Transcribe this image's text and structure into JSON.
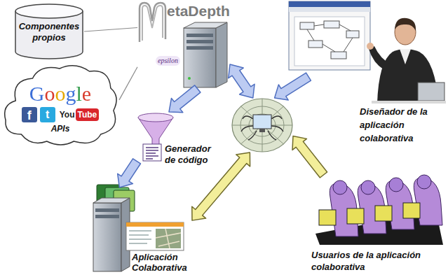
{
  "diagram": {
    "nodes": [
      {
        "text": [
          "Componentes propios"
        ]
      },
      {
        "text": [
          "etaDepth",
          "epsilon"
        ]
      },
      {
        "text": [
          "Diseñador de la aplicación colaborativa"
        ]
      },
      {
        "text": [
          "Google",
          "f",
          "t",
          "You",
          "Tube",
          "APIs"
        ]
      },
      {
        "text": []
      },
      {
        "text": [
          "Generador de código"
        ]
      },
      {
        "text": [
          "Aplicación Colaborativa"
        ]
      },
      {
        "text": [
          "Usuarios de la aplicación colaborativa"
        ]
      }
    ],
    "edges": [
      {
        "from": 1,
        "to": 4,
        "arrow": "both"
      },
      {
        "from": 2,
        "to": 4,
        "arrow": "to"
      },
      {
        "from": 1,
        "to": 5,
        "arrow": "to"
      },
      {
        "from": 5,
        "to": 6,
        "arrow": "to"
      },
      {
        "from": 6,
        "to": 4,
        "arrow": "both"
      },
      {
        "from": 7,
        "to": 4,
        "arrow": "to"
      },
      {
        "from": 0,
        "to": 1,
        "arrow": "none"
      },
      {
        "from": 3,
        "to": 1,
        "arrow": "none"
      }
    ]
  }
}
